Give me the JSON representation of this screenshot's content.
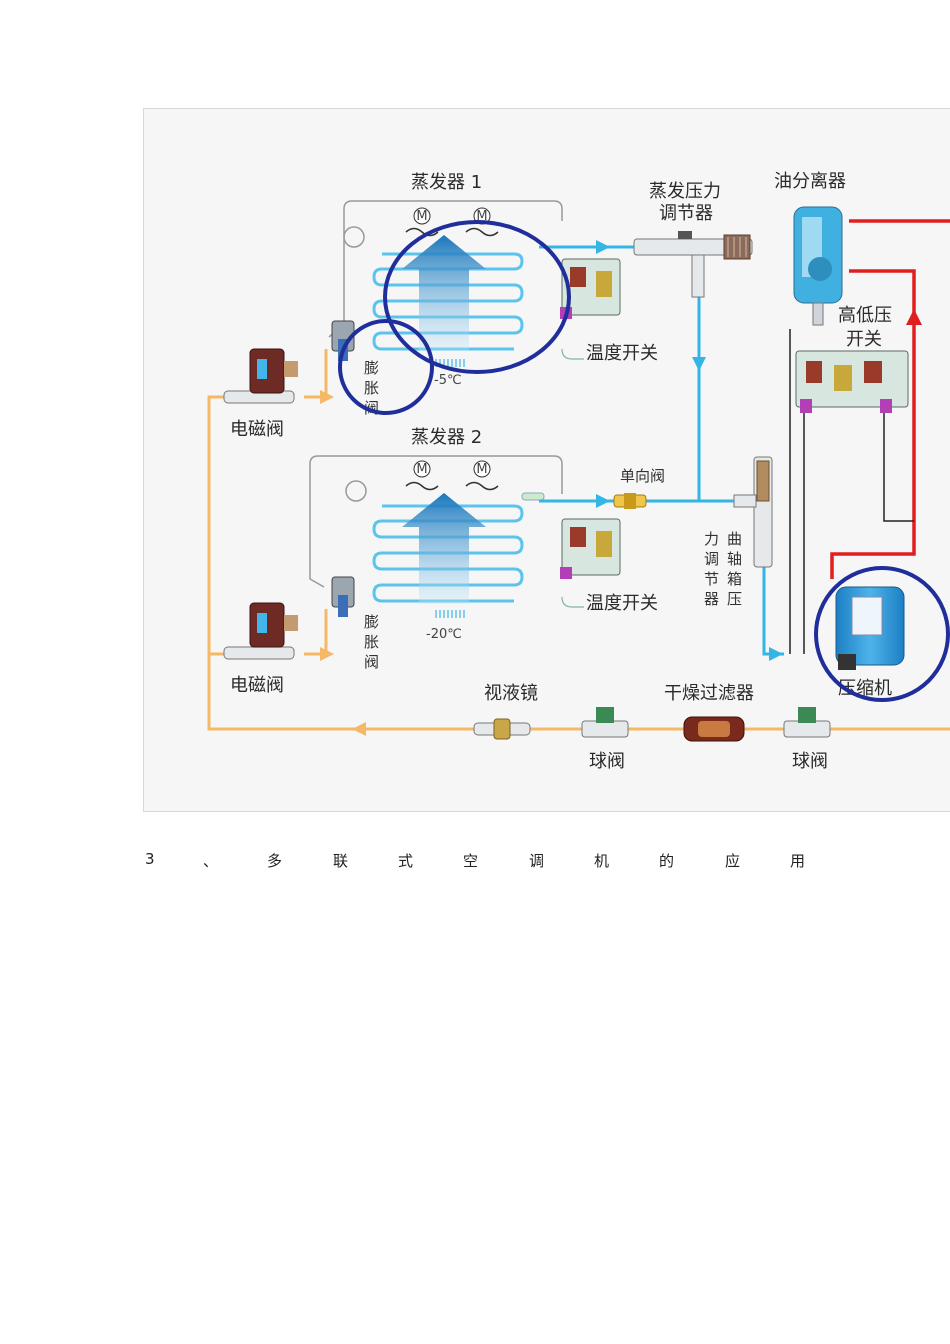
{
  "diagram": {
    "evaporator1": "蒸发器 1",
    "evaporator2": "蒸发器 2",
    "evap_pressure_regulator_1": "蒸发压力",
    "evap_pressure_regulator_2": "调节器",
    "oil_separator": "油分离器",
    "hl_switch_1": "高低压",
    "hl_switch_2": "开关",
    "temp_switch_1": "温度开关",
    "temp_switch_2": "温度开关",
    "solenoid_1": "电磁阀",
    "solenoid_2": "电磁阀",
    "expansion_1": [
      "膨",
      "胀",
      "阀"
    ],
    "expansion_2": [
      "膨",
      "胀",
      "阀"
    ],
    "check_valve": "单向阀",
    "crankcase_col1": [
      "力",
      "调",
      "节",
      "器"
    ],
    "crankcase_col2": [
      "曲",
      "轴",
      "箱",
      "压"
    ],
    "compressor": "压缩机",
    "sight_glass": "视液镜",
    "drier": "干燥过滤器",
    "ball_valve_1": "球阀",
    "ball_valve_2": "球阀",
    "temp_evap1": "-5℃",
    "temp_evap2": "-20℃",
    "fan_letter": "M"
  },
  "heading": [
    "3",
    "、",
    "多",
    "联",
    "式",
    "空",
    "调",
    "机",
    "的",
    "应",
    "用"
  ],
  "colors": {
    "liquid_line": "#f5b866",
    "suction_line": "#33b5e5",
    "discharge_line": "#e01e1e",
    "highlight_circle": "#1f2e9a",
    "coil": "#5cc4ec"
  }
}
